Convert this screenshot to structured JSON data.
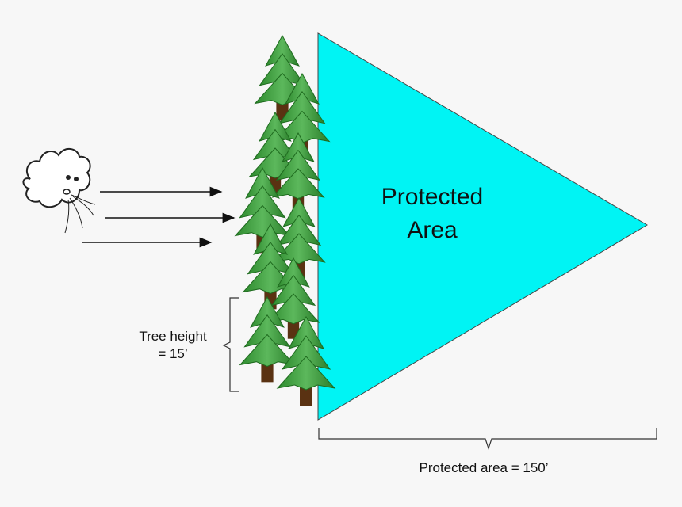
{
  "diagram": {
    "protected_area_label": [
      "Protected",
      "Area"
    ],
    "tree_height_label": [
      "Tree height",
      "= 15’"
    ],
    "protected_width_label": "Protected area = 150’"
  },
  "colors": {
    "protected_area_fill": "#00f4f4",
    "tree_green": "#3d9a3d",
    "tree_dark": "#1f6b1f",
    "trunk": "#5a3212"
  },
  "icons": [
    "wind-cloud-icon",
    "pine-tree-icon"
  ]
}
